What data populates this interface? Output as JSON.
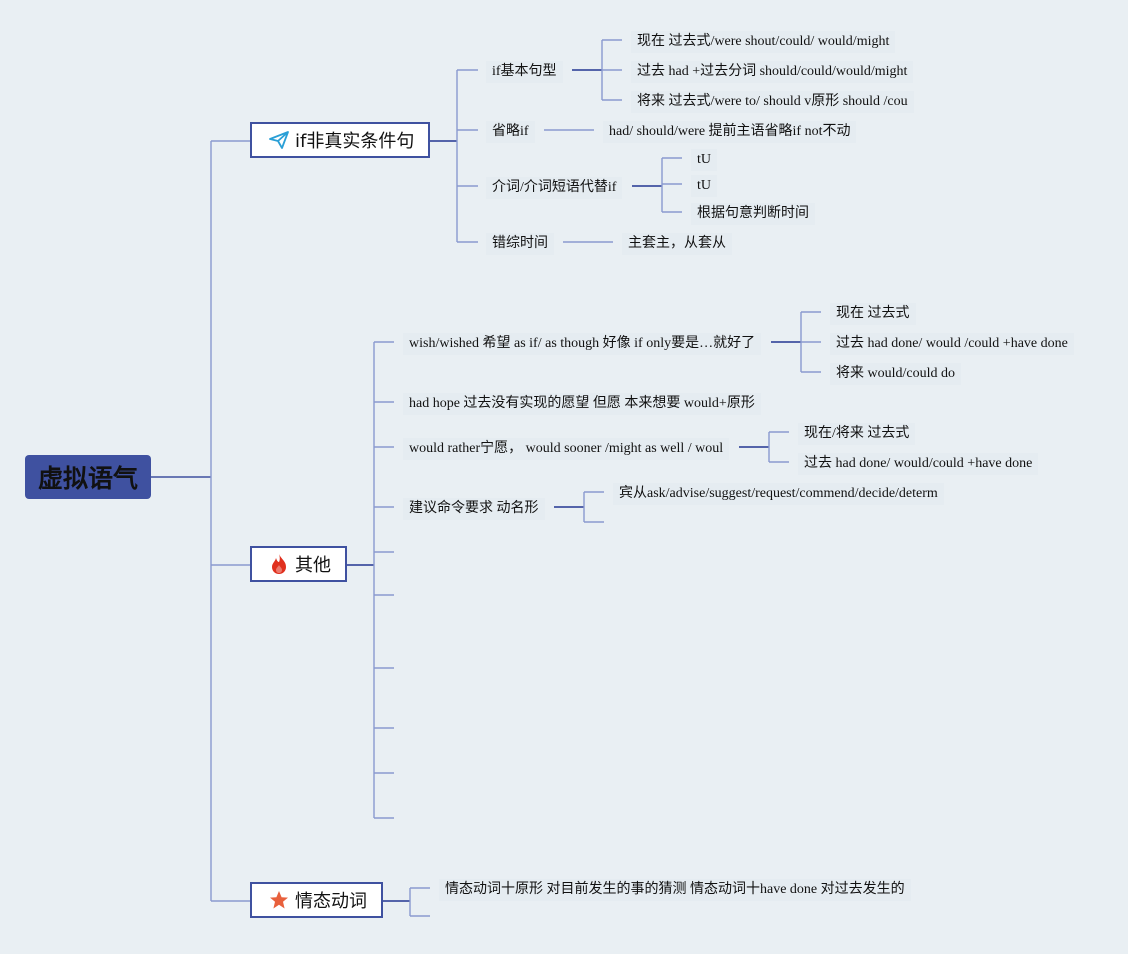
{
  "root": {
    "title": "虚拟语气"
  },
  "branches": {
    "b1": {
      "title": "if非真实条件句",
      "icon": "paper-plane-icon",
      "items": [
        {
          "label": "if基本句型",
          "children": [
            "现在 过去式/were shout/could/ would/might",
            "过去 had +过去分词 should/could/would/might",
            "将来 过去式/were to/ should v原形 should /cou"
          ]
        },
        {
          "label": "省略if",
          "children": [
            "had/ should/were 提前主语省略if  not不动"
          ]
        },
        {
          "label": "介词/介词短语代替if",
          "children": [
            "tU",
            "tU",
            "根据句意判断时间"
          ]
        },
        {
          "label": "错综时间",
          "children": [
            "主套主，从套从"
          ]
        }
      ]
    },
    "b2": {
      "title": "其他",
      "icon": "fire-icon",
      "items": [
        {
          "label": "wish/wished 希望 as if/ as though 好像 if only要是…就好了",
          "children": [
            "现在 过去式",
            "过去 had done/ would /could +have done",
            "将来 would/could do"
          ]
        },
        {
          "label": "had hope 过去没有实现的愿望 但愿 本来想要 would+原形",
          "children": []
        },
        {
          "label": "would rather宁愿， would sooner /might as well / woul",
          "children": [
            "现在/将来 过去式",
            "过去 had done/ would/could +have done"
          ]
        },
        {
          "label": "建议命令要求 动名形",
          "children": [
            "宾从ask/advise/suggest/request/commend/decide/determ"
          ]
        }
      ]
    },
    "b3": {
      "title": "情态动词",
      "icon": "star-icon",
      "items": [
        {
          "label": "情态动词十原形 对目前发生的事的猜测 情态动词十have done 对过去发生的",
          "children": []
        }
      ]
    }
  },
  "colors": {
    "background": "#e9eff3",
    "root_fill": "#3f51a0",
    "branch_border": "#3f51a0",
    "line": "#3f51a0",
    "line_light": "#8a9ad0",
    "fire": "#e0301e",
    "star": "#e8603c",
    "plane": "#2a9fd6"
  }
}
